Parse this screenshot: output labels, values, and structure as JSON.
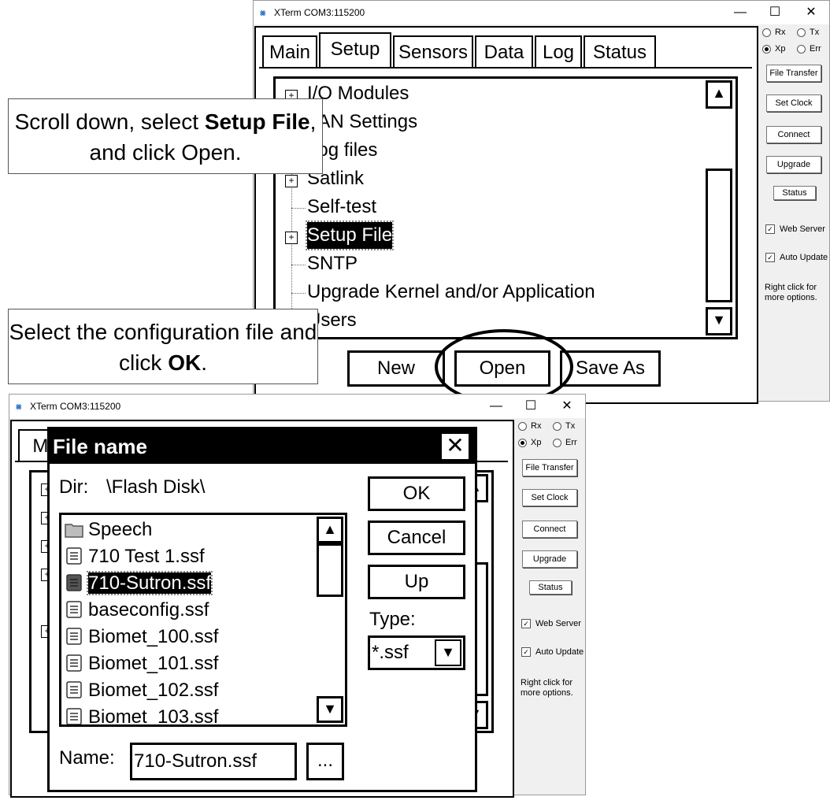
{
  "window_top": {
    "title": "XTerm COM3:115200",
    "minimize_glyph": "—",
    "maximize_glyph": "☐",
    "close_glyph": "✕",
    "tabs": [
      "Main",
      "Setup",
      "Sensors",
      "Data",
      "Log",
      "Status"
    ],
    "tree_items": [
      {
        "label": "I/O Modules",
        "expandable": true
      },
      {
        "label": "LAN Settings",
        "expandable": false
      },
      {
        "label": "Log files",
        "expandable": false
      },
      {
        "label": "Satlink",
        "expandable": true
      },
      {
        "label": "Self-test",
        "expandable": false
      },
      {
        "label": "Setup File",
        "expandable": true,
        "selected": true
      },
      {
        "label": "SNTP",
        "expandable": false
      },
      {
        "label": "Upgrade Kernel and/or Application",
        "expandable": false
      },
      {
        "label": "Users",
        "expandable": false
      }
    ],
    "buttons": {
      "new": "New",
      "open": "Open",
      "save_as": "Save As"
    },
    "sidebar": {
      "radios": [
        {
          "label": "Rx",
          "checked": false
        },
        {
          "label": "Tx",
          "checked": false
        },
        {
          "label": "Xp",
          "checked": true
        },
        {
          "label": "Err",
          "checked": false
        }
      ],
      "file_transfer": "File Transfer",
      "set_clock": "Set Clock",
      "connect": "Connect",
      "upgrade": "Upgrade",
      "status": "Status",
      "web_server": "Web Server",
      "auto_update": "Auto Update",
      "note": "Right click for more options."
    }
  },
  "window_bottom": {
    "title": "XTerm COM3:115200",
    "tab_partial": "Ma",
    "sidebar": {
      "radios": [
        {
          "label": "Rx",
          "checked": false
        },
        {
          "label": "Tx",
          "checked": false
        },
        {
          "label": "Xp",
          "checked": true
        },
        {
          "label": "Err",
          "checked": false
        }
      ],
      "file_transfer": "File Transfer",
      "set_clock": "Set Clock",
      "connect": "Connect",
      "upgrade": "Upgrade",
      "status": "Status",
      "web_server": "Web Server",
      "auto_update": "Auto Update",
      "note": "Right click for more options."
    }
  },
  "dialog": {
    "title": "File name",
    "close_glyph": "✕",
    "dir_label": "Dir:",
    "dir_value": "\\Flash Disk\\",
    "files": [
      {
        "name": "Speech",
        "type": "folder"
      },
      {
        "name": "710 Test 1.ssf",
        "type": "file"
      },
      {
        "name": "710-Sutron.ssf",
        "type": "file",
        "selected": true
      },
      {
        "name": "baseconfig.ssf",
        "type": "file"
      },
      {
        "name": "Biomet_100.ssf",
        "type": "file"
      },
      {
        "name": "Biomet_101.ssf",
        "type": "file"
      },
      {
        "name": "Biomet_102.ssf",
        "type": "file"
      },
      {
        "name": "Biomet_103.ssf",
        "type": "file"
      }
    ],
    "ok": "OK",
    "cancel": "Cancel",
    "up": "Up",
    "type_label": "Type:",
    "type_value": "*.ssf",
    "name_label": "Name:",
    "name_value": "710-Sutron.ssf",
    "browse": "..."
  },
  "callouts": {
    "first": {
      "pre": "Scroll down, select ",
      "bold": "Setup File",
      "post": ", and click Open."
    },
    "second": {
      "pre": "Select the configuration file and click ",
      "bold": "OK",
      "post": "."
    }
  }
}
